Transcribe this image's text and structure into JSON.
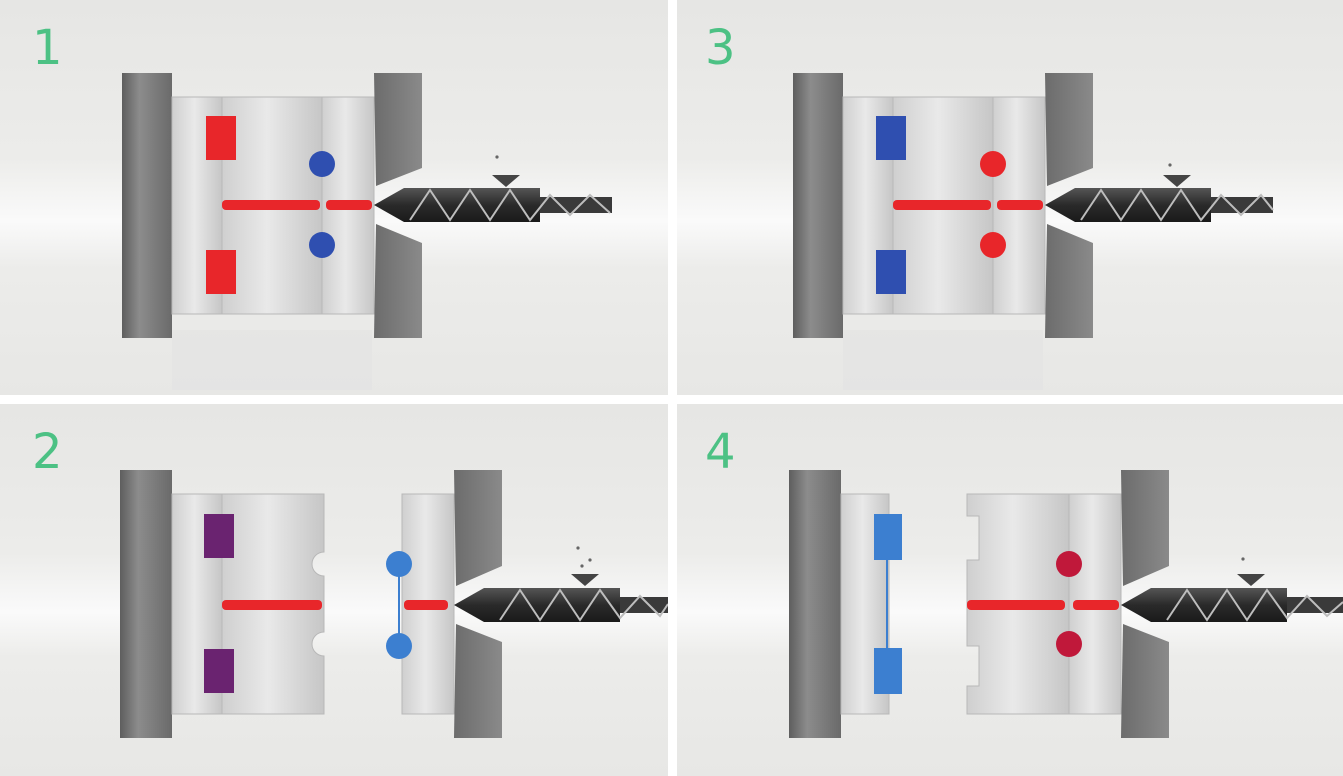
{
  "panels": [
    {
      "id": "1",
      "step": "1"
    },
    {
      "id": "2",
      "step": "2"
    },
    {
      "id": "3",
      "step": "3"
    },
    {
      "id": "4",
      "step": "4"
    }
  ],
  "colors": {
    "step_number": "#4cc184",
    "melt_red": "#e8262a",
    "blue_part": "#2f4fb0",
    "light_blue_part": "#3c7fd0",
    "purple_part": "#6a2370",
    "crimson_part": "#c0183a",
    "platen_grey": "#7b7b7b",
    "mold_silver": "#d6d6d6",
    "screw_dark": "#3a3a3a"
  }
}
